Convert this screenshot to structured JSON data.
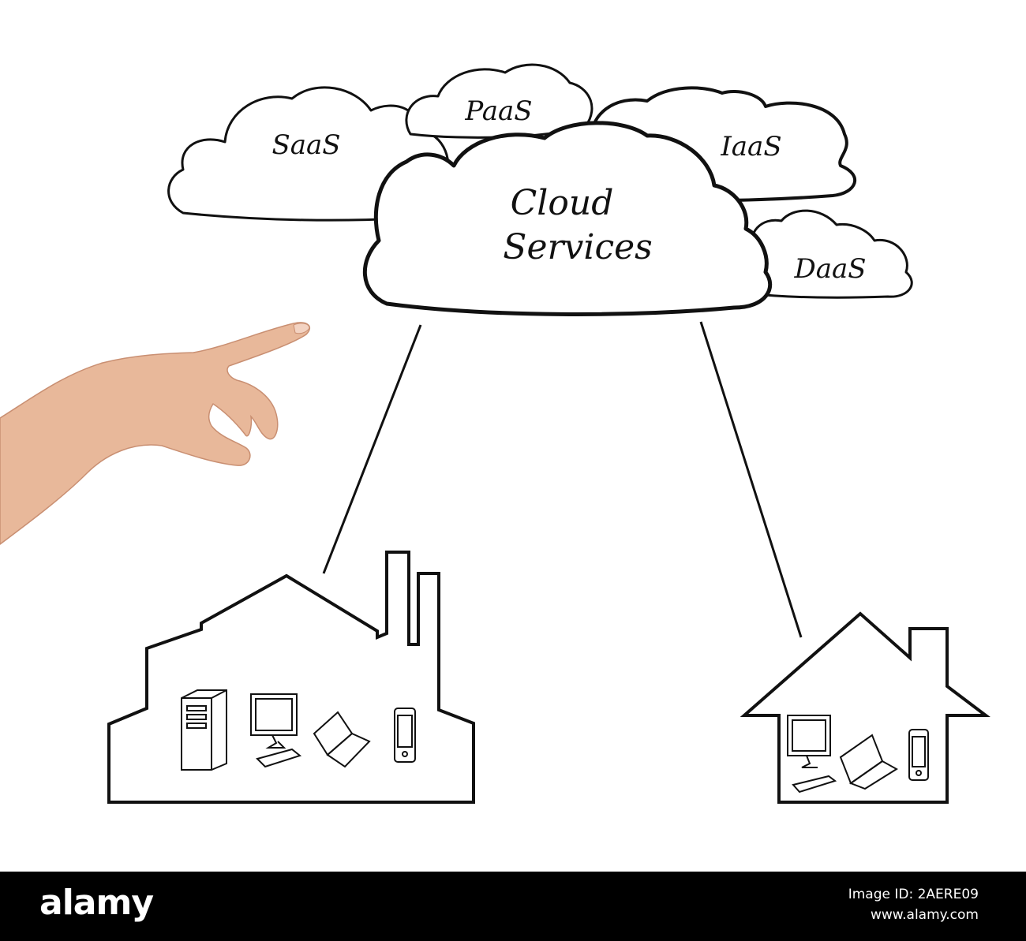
{
  "clouds": {
    "saas": "SaaS",
    "paas": "PaaS",
    "iaas": "IaaS",
    "daas": "DaaS",
    "main_line1": "Cloud",
    "main_line2": "Services"
  },
  "footer": {
    "brand": "alamy",
    "image_id": "Image ID: 2AERE09",
    "url": "www.alamy.com"
  },
  "colors": {
    "ink": "#111111",
    "footer_bg": "#000000",
    "skin": "#e8b89a"
  }
}
